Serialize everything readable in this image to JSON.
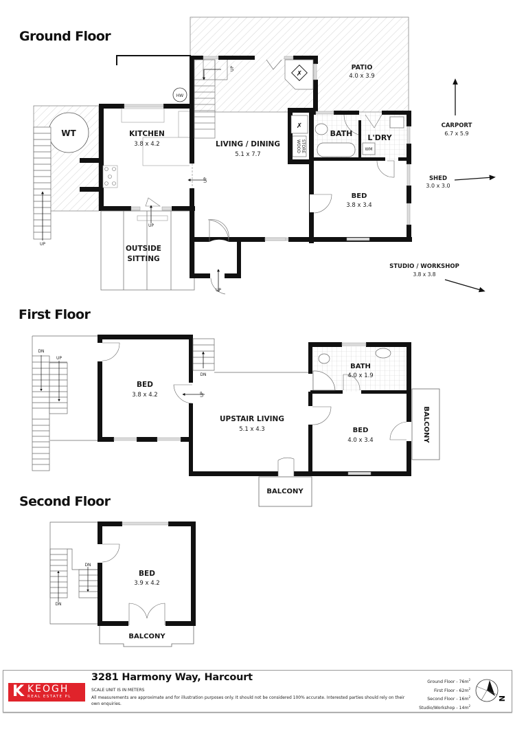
{
  "floors": {
    "ground": {
      "title": "Ground Floor",
      "rooms": {
        "kitchen": {
          "name": "KITCHEN",
          "dims": "3.8 x 4.2"
        },
        "living_dining": {
          "name": "LIVING / DINING",
          "dims": "5.1 x 7.7"
        },
        "patio": {
          "name": "PATIO",
          "dims": "4.0 x 3.9"
        },
        "bath": {
          "name": "BATH"
        },
        "laundry": {
          "name": "L'DRY"
        },
        "bed": {
          "name": "BED",
          "dims": "3.8 x 3.4"
        },
        "outside_sitting": {
          "name_line1": "OUTSIDE",
          "name_line2": "SITTING"
        },
        "water_tank": {
          "name": "WT"
        },
        "hot_water": {
          "name": "HW"
        },
        "wood_store": {
          "name_line1": "WOOD",
          "name_line2": "STORE"
        },
        "washing_machine": {
          "name": "WM"
        }
      },
      "external": {
        "carport": {
          "name": "CARPORT",
          "dims": "6.7 x 5.9"
        },
        "shed": {
          "name": "SHED",
          "dims": "3.0 x 3.0"
        },
        "studio": {
          "name": "STUDIO / WORKSHOP",
          "dims": "3.8 x 3.8"
        }
      },
      "stair_labels": {
        "up": "UP"
      }
    },
    "first": {
      "title": "First Floor",
      "rooms": {
        "bed_left": {
          "name": "BED",
          "dims": "3.8 x 4.2"
        },
        "upstair_living": {
          "name": "UPSTAIR LIVING",
          "dims": "5.1 x 4.3"
        },
        "bath": {
          "name": "BATH",
          "dims": "4.0 x 1.9"
        },
        "bed_right": {
          "name": "BED",
          "dims": "4.0 x 3.4"
        },
        "balcony_side": {
          "name": "BALCONY"
        },
        "balcony_front": {
          "name": "BALCONY"
        }
      },
      "stair_labels": {
        "up": "UP",
        "dn": "DN"
      }
    },
    "second": {
      "title": "Second Floor",
      "rooms": {
        "bed": {
          "name": "BED",
          "dims": "3.9 x 4.2"
        },
        "balcony": {
          "name": "BALCONY"
        }
      },
      "stair_labels": {
        "dn": "DN"
      }
    }
  },
  "footer": {
    "logo": {
      "letter": "K",
      "brand": "KEOGH",
      "sub": "REAL ESTATE PL",
      "color": "#e0232b"
    },
    "address": "3281 Harmony Way, Harcourt",
    "scale_note": "SCALE UNIT IS IN METERS",
    "disclaimer": "All measurements are approximate and for illustration purposes only. It should not be considered 100% accurate. Interested parties should rely on their own enquiries.",
    "areas": [
      {
        "label": "Ground Floor - 76m",
        "sup": "2"
      },
      {
        "label": "First Floor - 62m",
        "sup": "2"
      },
      {
        "label": "Second Floor - 16m",
        "sup": "2"
      },
      {
        "label": "Studio/Workshop - 14m",
        "sup": "2"
      }
    ],
    "compass": {
      "icon": "north-compass-icon",
      "letter": "N"
    }
  }
}
